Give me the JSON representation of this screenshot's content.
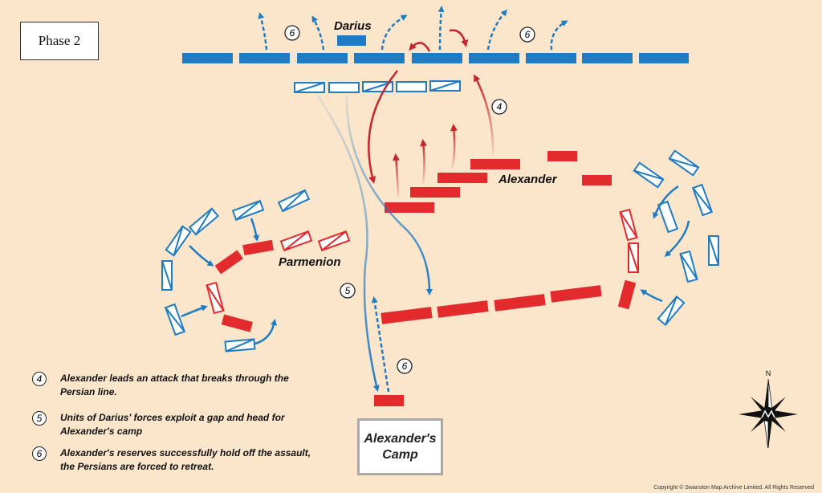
{
  "title": "Phase 2",
  "labels": {
    "darius": "Darius",
    "alexander": "Alexander",
    "parmenion": "Parmenion",
    "camp": "Alexander's Camp"
  },
  "markers": [
    {
      "id": "4",
      "name": "marker-4"
    },
    {
      "id": "5",
      "name": "marker-5"
    },
    {
      "id": "6",
      "name": "marker-6-left"
    },
    {
      "id": "6",
      "name": "marker-6-right"
    },
    {
      "id": "6",
      "name": "marker-6-camp"
    }
  ],
  "legend": [
    {
      "num": "4",
      "text": "Alexander leads an attack that breaks through the Persian line."
    },
    {
      "num": "5",
      "text": "Units of Darius' forces exploit a gap and head for Alexander's camp"
    },
    {
      "num": "6",
      "text": "Alexander's reserves successfully hold off the assault, the Persians are forced to retreat."
    }
  ],
  "compass": {
    "north_label": "N"
  },
  "copyright": "Copyright © Swanston Map Archive Limited. All Rights Reserved",
  "colors": {
    "background": "#fbe6cc",
    "persian": "#1e7bc4",
    "macedonian": "#e32b2e",
    "attack_arrow": "#c8242b"
  }
}
